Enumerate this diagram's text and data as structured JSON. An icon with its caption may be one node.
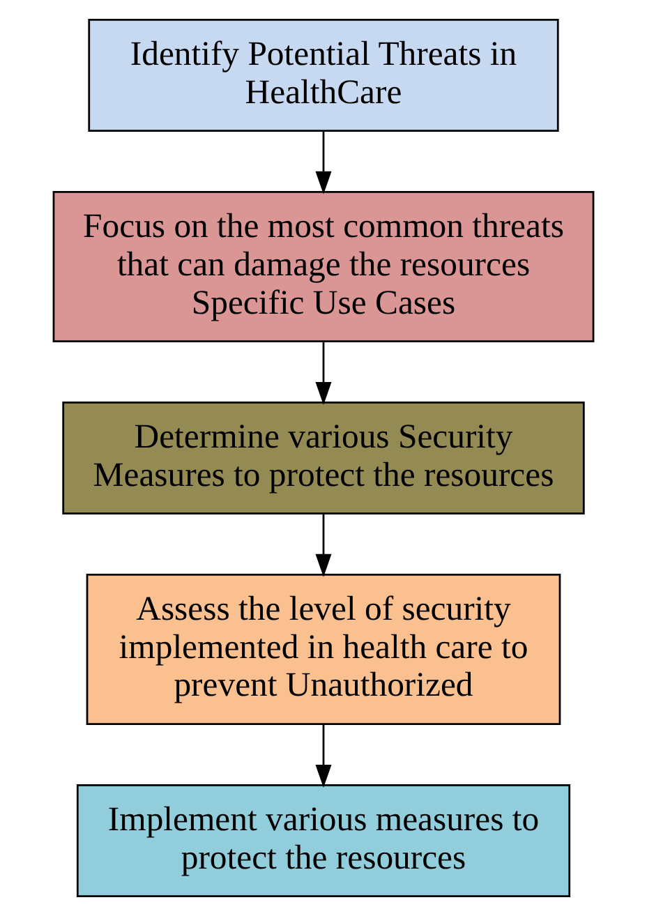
{
  "diagram": {
    "nodes": [
      {
        "text": [
          "Identify Potential Threats in HealthCare"
        ]
      },
      {
        "text": [
          "Focus on the most common threats that can damage the resources Specific Use Cases"
        ]
      },
      {
        "text": [
          "Determine various Security Measures to protect the resources"
        ]
      },
      {
        "text": [
          "Assess the level of security implemented in health care to prevent Unauthorized"
        ]
      },
      {
        "text": [
          "Implement various measures to protect the resources"
        ]
      }
    ],
    "edges": [
      {
        "from": 0,
        "to": 1,
        "arrow": "to"
      },
      {
        "from": 1,
        "to": 2,
        "arrow": "to"
      },
      {
        "from": 2,
        "to": 3,
        "arrow": "to"
      },
      {
        "from": 3,
        "to": 4,
        "arrow": "to"
      }
    ]
  }
}
